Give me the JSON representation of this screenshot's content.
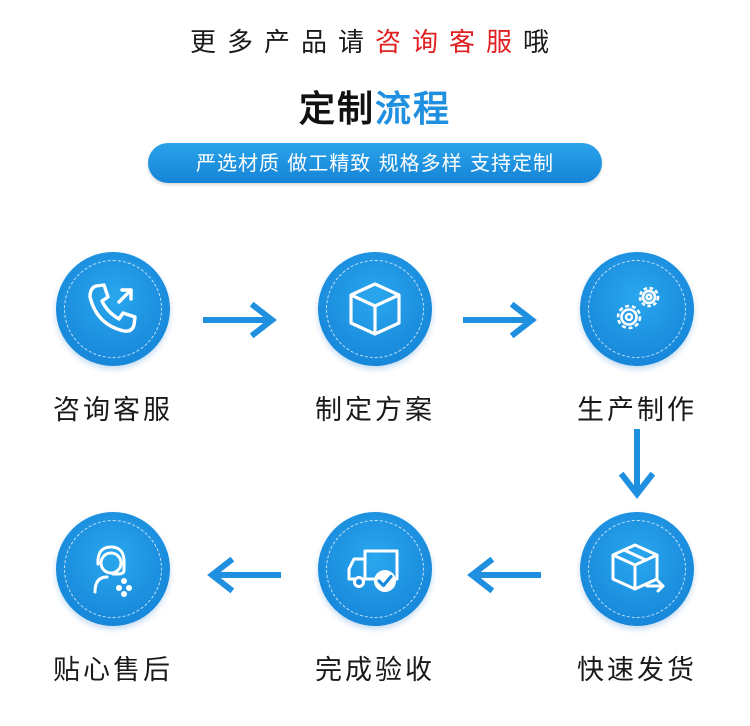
{
  "header": {
    "line_prefix": "更多产品请",
    "line_highlight": "咨询客服",
    "line_suffix": "哦",
    "title_part1": "定制",
    "title_part2": "流程",
    "tagline": "严选材质  做工精致  规格多样  支持定制"
  },
  "colors": {
    "accent": "#1f8fe0",
    "highlight": "#e02020",
    "circle": "#1889db"
  },
  "steps": [
    {
      "label": "咨询客服",
      "icon": "phone-icon"
    },
    {
      "label": "制定方案",
      "icon": "box-icon"
    },
    {
      "label": "生产制作",
      "icon": "gears-icon"
    },
    {
      "label": "快速发货",
      "icon": "shipping-box-icon"
    },
    {
      "label": "完成验收",
      "icon": "delivery-truck-check-icon"
    },
    {
      "label": "贴心售后",
      "icon": "customer-service-icon"
    }
  ]
}
